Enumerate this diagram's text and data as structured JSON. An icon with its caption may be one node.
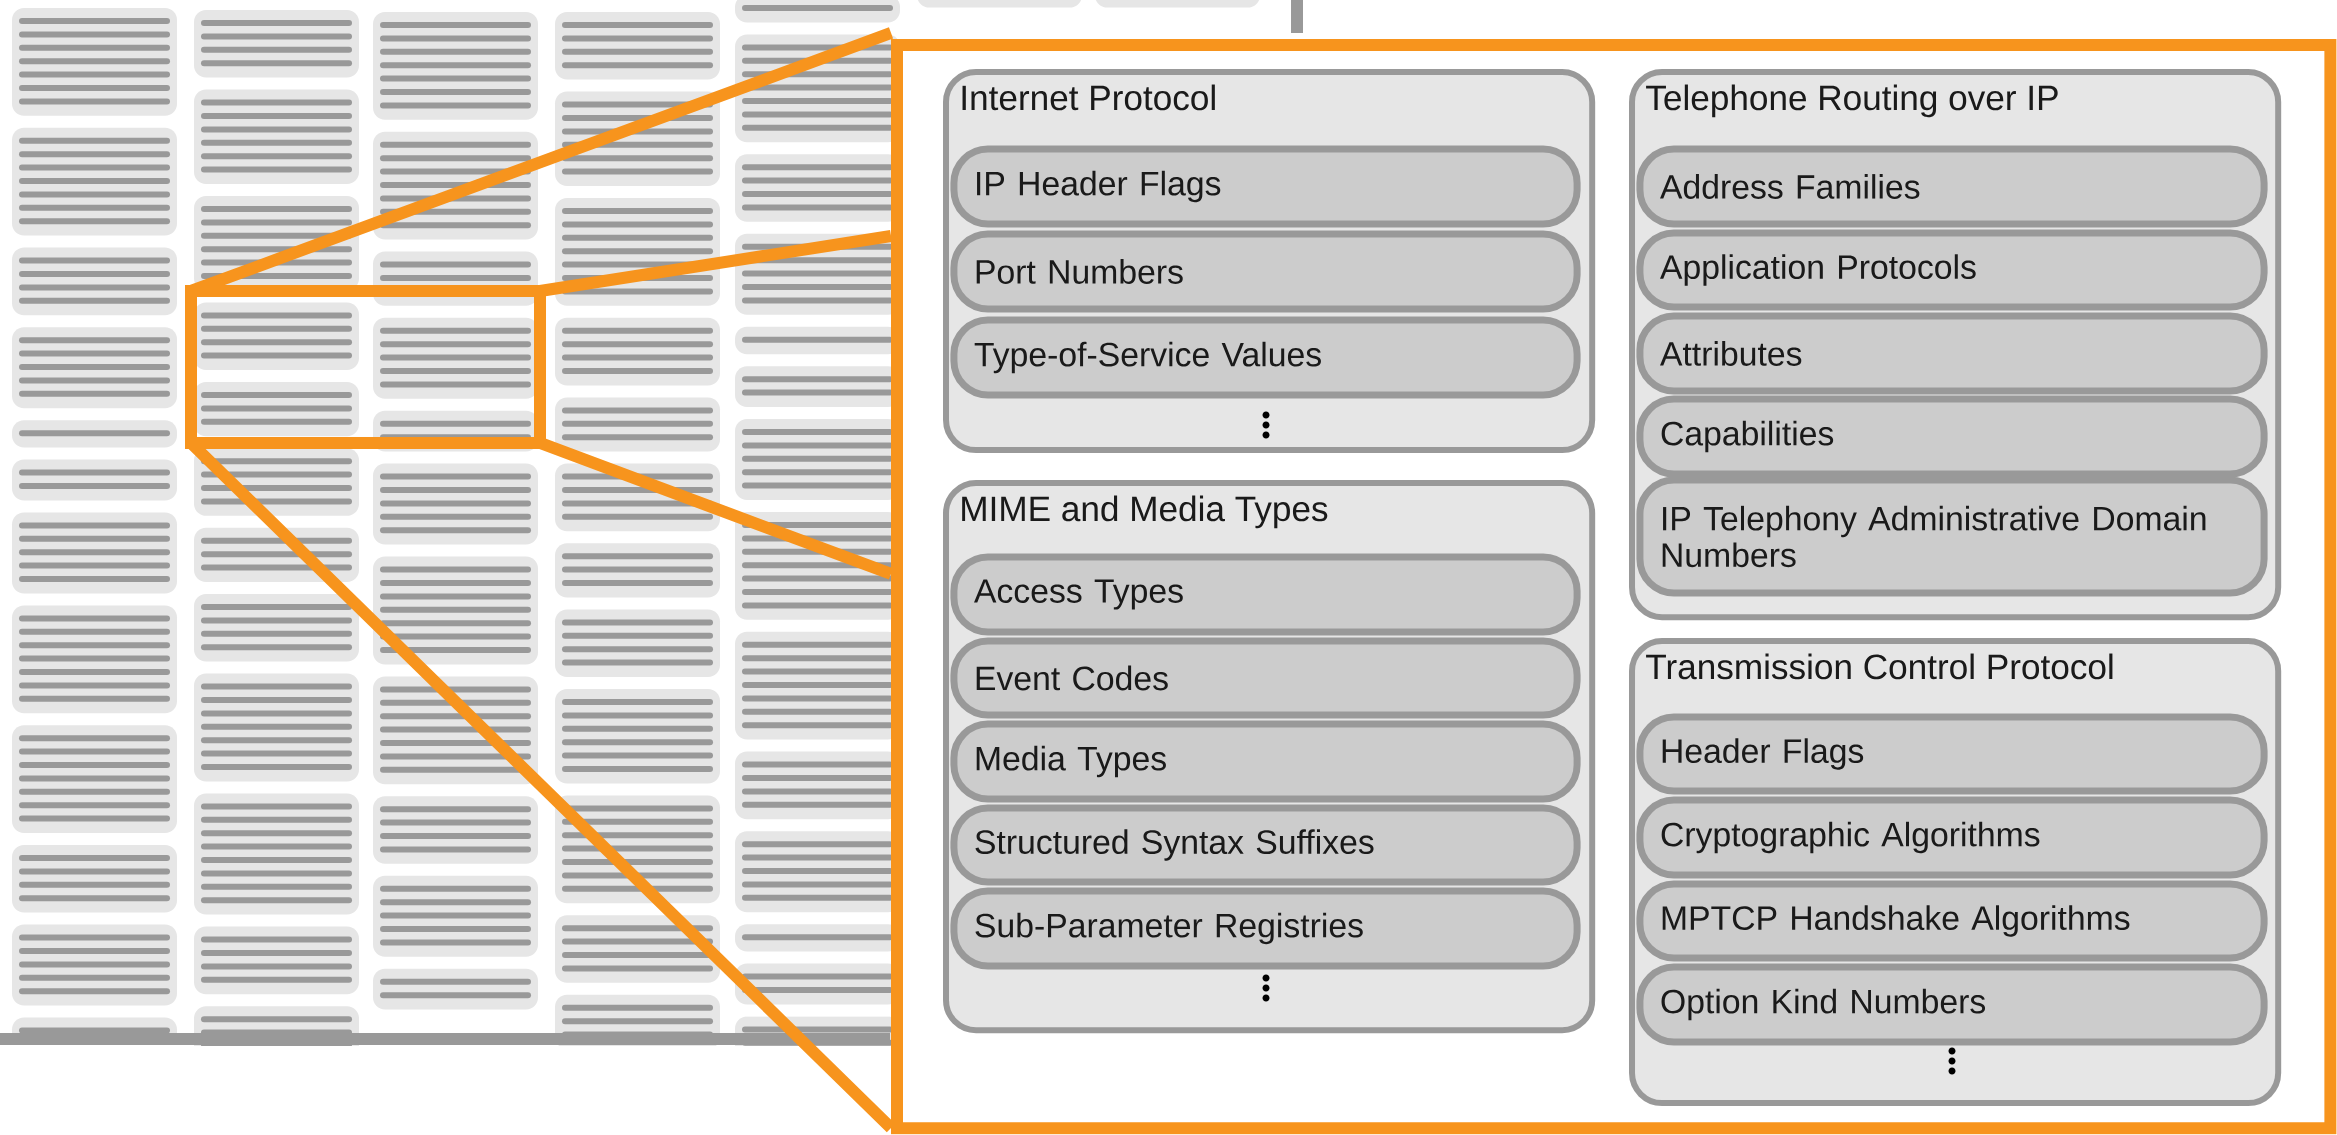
{
  "diagram": {
    "nodes": [
      {
        "text": [],
        "shape": "box"
      },
      {
        "text": [
          "Internet Protocol"
        ],
        "in": 0
      },
      {
        "text": [
          "IP Header Flags"
        ],
        "in": 1
      },
      {
        "text": [
          "Port Numbers"
        ],
        "in": 1
      },
      {
        "text": [
          "Type-of-Service Values"
        ],
        "in": 1
      },
      {
        "text": [
          "MIME and Media Types"
        ],
        "in": 0
      },
      {
        "text": [
          "Access Types"
        ],
        "in": 5
      },
      {
        "text": [
          "Event Codes"
        ],
        "in": 5
      },
      {
        "text": [
          "Media Types"
        ],
        "in": 5
      },
      {
        "text": [
          "Structured Syntax Suffixes"
        ],
        "in": 5
      },
      {
        "text": [
          "Sub-Parameter Registries"
        ],
        "in": 5
      },
      {
        "text": [
          "Telephone Routing over IP"
        ],
        "in": 0
      },
      {
        "text": [
          "Address Families"
        ],
        "in": 11
      },
      {
        "text": [
          "Application Protocols"
        ],
        "in": 11
      },
      {
        "text": [
          "Attributes"
        ],
        "in": 11
      },
      {
        "text": [
          "Capabilities"
        ],
        "in": 11
      },
      {
        "text": [
          "IP Telephony Administrative Domain Numbers"
        ],
        "in": 11
      },
      {
        "text": [
          "Transmission Control Protocol"
        ],
        "in": 0
      },
      {
        "text": [
          "Header Flags"
        ],
        "in": 17
      },
      {
        "text": [
          "Cryptographic Algorithms"
        ],
        "in": 17
      },
      {
        "text": [
          "MPTCP Handshake Algorithms"
        ],
        "in": 17
      },
      {
        "text": [
          "Option Kind Numbers"
        ],
        "in": 17
      }
    ]
  }
}
